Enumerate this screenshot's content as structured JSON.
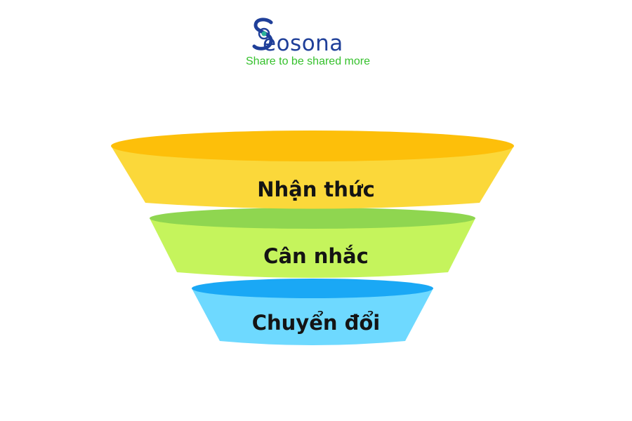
{
  "logo": {
    "wordmark": "eosona",
    "tagline": "Share to be shared more",
    "icon": "seosona-s-eye-icon",
    "brand_color": "#1f3f99",
    "tagline_color": "#36c12d"
  },
  "funnel": {
    "stages": [
      {
        "label": "Nhận thức",
        "color": "#fbd83a",
        "top_color": "#fdbf0a"
      },
      {
        "label": "Cân nhắc",
        "color": "#c5f45c",
        "top_color": "#8fd650"
      },
      {
        "label": "Chuyển đổi",
        "color": "#6ed9ff",
        "top_color": "#1aa8f5"
      }
    ]
  }
}
